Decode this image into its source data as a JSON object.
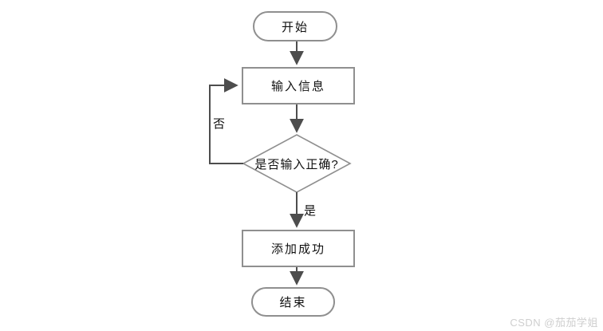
{
  "flowchart": {
    "nodes": {
      "start": {
        "type": "terminator",
        "label": "开始"
      },
      "input": {
        "type": "process",
        "label": "输入信息"
      },
      "decision": {
        "type": "decision",
        "label": "是否输入正确?"
      },
      "success": {
        "type": "process",
        "label": "添加成功"
      },
      "end": {
        "type": "terminator",
        "label": "结束"
      }
    },
    "edges": {
      "start_to_input": {
        "from": "start",
        "to": "input",
        "label": ""
      },
      "input_to_decision": {
        "from": "input",
        "to": "decision",
        "label": ""
      },
      "decision_to_success": {
        "from": "decision",
        "to": "success",
        "label": "是"
      },
      "decision_to_input": {
        "from": "decision",
        "to": "input",
        "label": "否"
      },
      "success_to_end": {
        "from": "success",
        "to": "end",
        "label": ""
      }
    },
    "colors": {
      "background": "#ffffff",
      "shape_border": "#8f8f8f",
      "connector": "#4d4d4d",
      "text": "#111111",
      "watermark": "#cfcfcf"
    }
  },
  "watermark": {
    "text": "CSDN @茄茄学姐"
  }
}
